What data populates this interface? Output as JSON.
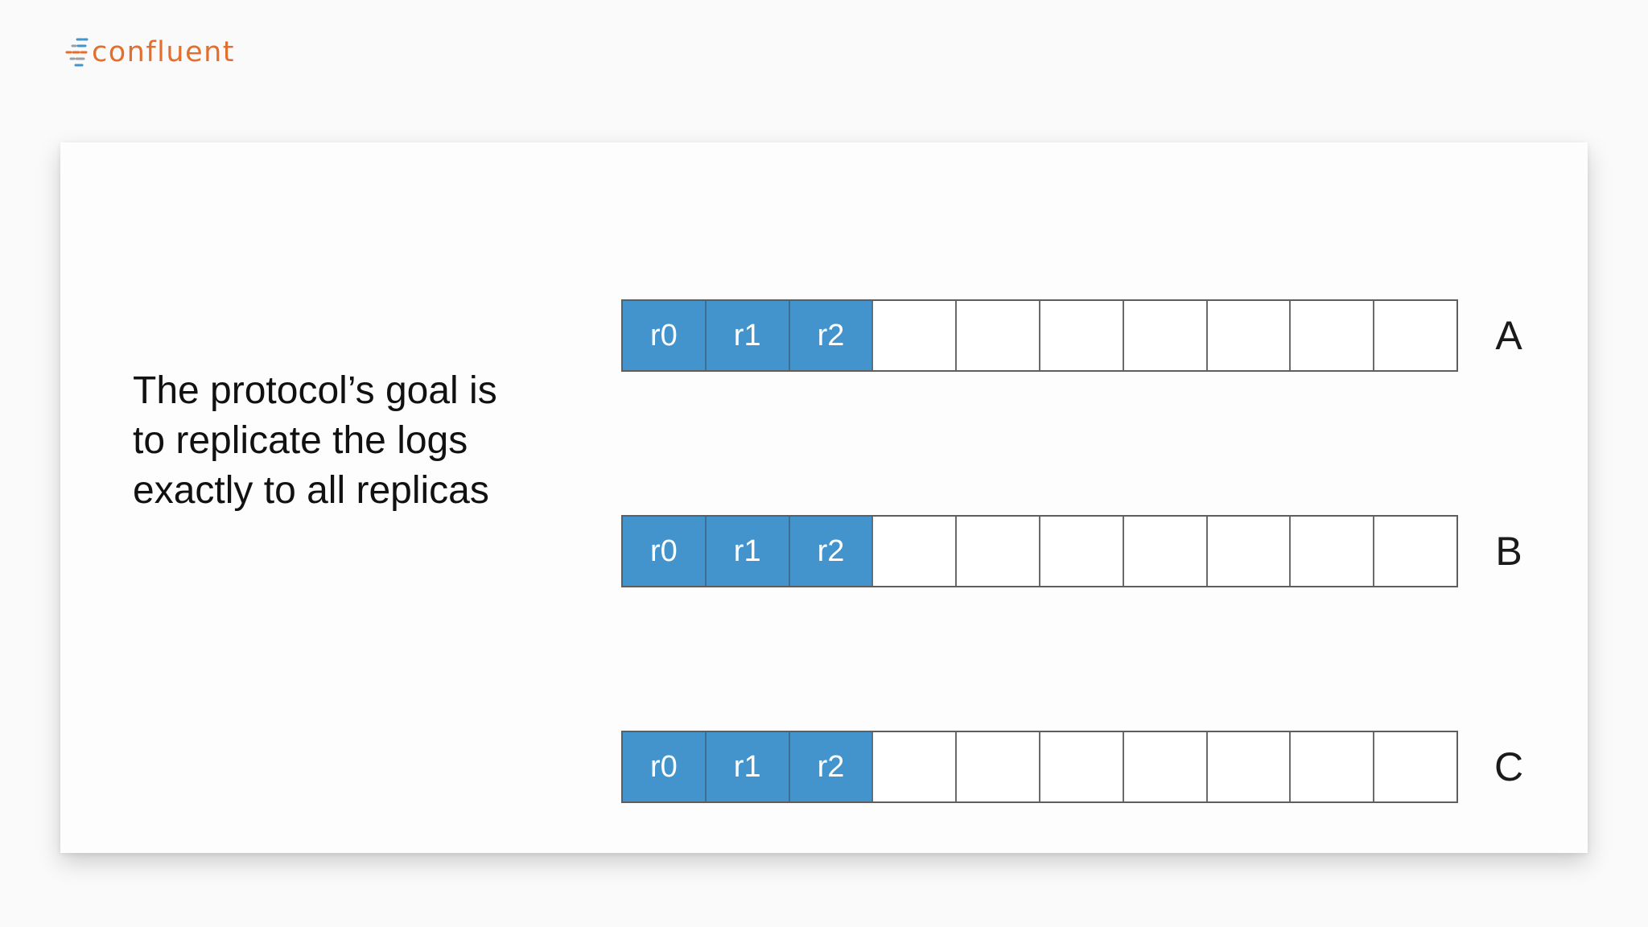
{
  "brand": {
    "logo_text": "confluent",
    "text_color": "#e36f2f",
    "mark_colors": [
      "#e36f2f",
      "#4394cc",
      "#9aa0a6"
    ]
  },
  "slide": {
    "goal_text": "The protocol’s goal is\nto replicate the logs\nexactly to all replicas"
  },
  "colors": {
    "filled_cell": "#4394cc",
    "empty_cell": "#ffffff",
    "cell_border": "#5e5e5e"
  },
  "logs": [
    {
      "label": "A",
      "cells": [
        "r0",
        "r1",
        "r2",
        "",
        "",
        "",
        "",
        "",
        "",
        ""
      ]
    },
    {
      "label": "B",
      "cells": [
        "r0",
        "r1",
        "r2",
        "",
        "",
        "",
        "",
        "",
        "",
        ""
      ]
    },
    {
      "label": "C",
      "cells": [
        "r0",
        "r1",
        "r2",
        "",
        "",
        "",
        "",
        "",
        "",
        ""
      ]
    }
  ]
}
